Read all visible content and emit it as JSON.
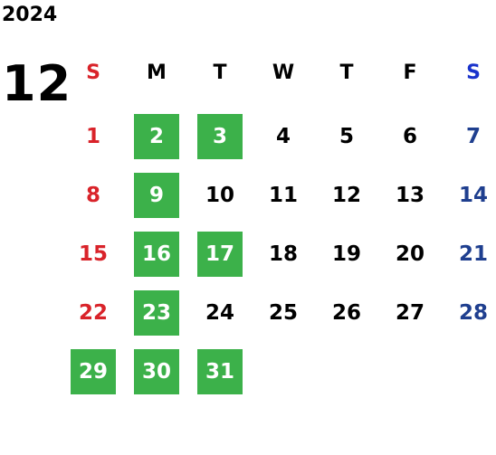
{
  "calendar": {
    "year": "2024",
    "month": "12",
    "weekdays": [
      "S",
      "M",
      "T",
      "W",
      "T",
      "F",
      "S"
    ],
    "first_weekday_index": 0,
    "days": [
      "1",
      "2",
      "3",
      "4",
      "5",
      "6",
      "7",
      "8",
      "9",
      "10",
      "11",
      "12",
      "13",
      "14",
      "15",
      "16",
      "17",
      "18",
      "19",
      "20",
      "21",
      "22",
      "23",
      "24",
      "25",
      "26",
      "27",
      "28",
      "29",
      "30",
      "31"
    ],
    "highlighted_days": [
      "2",
      "3",
      "9",
      "16",
      "17",
      "23",
      "29",
      "30",
      "31"
    ]
  },
  "colors": {
    "sunday": "#d9232a",
    "saturday": "#1f3f8f",
    "saturday_header": "#1a33cc",
    "weekday": "#000000",
    "highlight_bg": "#3cb14a",
    "highlight_text": "#ffffff"
  }
}
